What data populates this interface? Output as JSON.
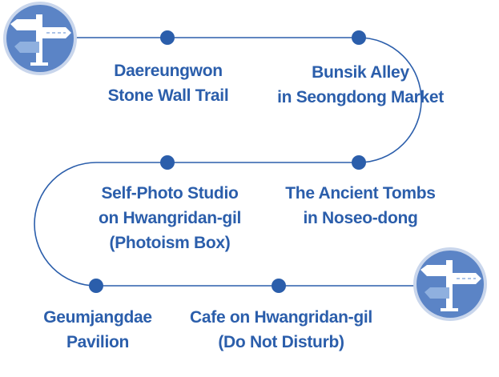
{
  "colors": {
    "route": "#2b5eab",
    "dot": "#2b5eab",
    "badge": "#5b84c6",
    "badge_ring": "#c9d6ec",
    "sign": "#ffffff",
    "sign_accent": "#8fb0df"
  },
  "icons": {
    "start": "signpost-icon",
    "end": "signpost-icon"
  },
  "stops": [
    {
      "id": "daereungwon",
      "lines": [
        "Daereungwon",
        "Stone Wall Trail"
      ]
    },
    {
      "id": "bunsik",
      "lines": [
        "Bunsik Alley",
        "in Seongdong Market"
      ]
    },
    {
      "id": "ancient-tombs",
      "lines": [
        "The Ancient Tombs",
        "in Noseo-dong"
      ]
    },
    {
      "id": "photo-studio",
      "lines": [
        "Self-Photo Studio",
        "on Hwangridan-gil",
        "(Photoism Box)"
      ]
    },
    {
      "id": "cafe",
      "lines": [
        "Cafe on Hwangridan-gil",
        "(Do Not Disturb)"
      ]
    },
    {
      "id": "geumjangdae",
      "lines": [
        "Geumjangdae",
        "Pavilion"
      ]
    }
  ]
}
